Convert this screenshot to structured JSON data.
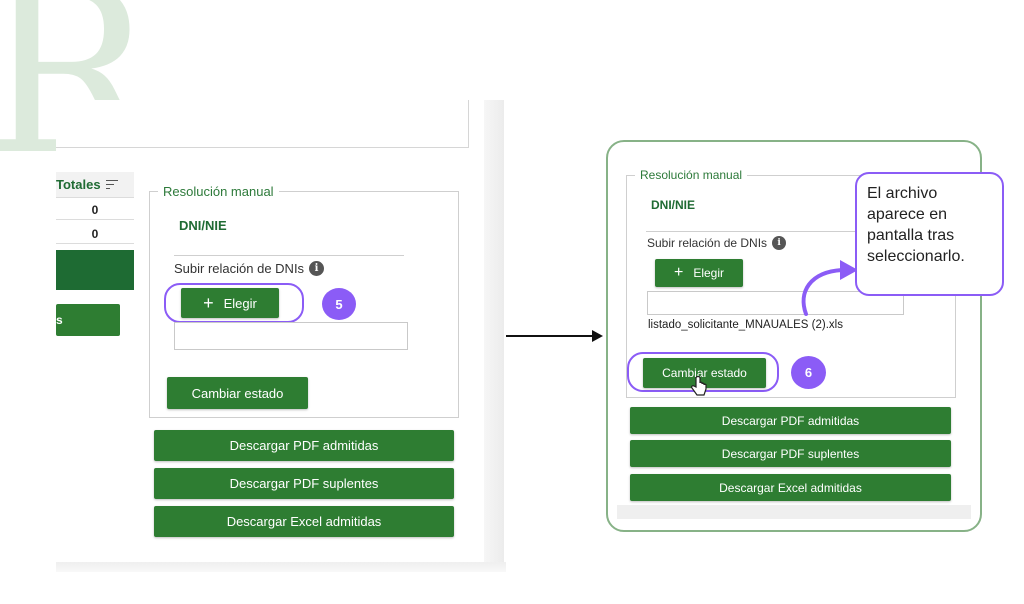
{
  "logo": {
    "letter": "R",
    "color": "#dceadc"
  },
  "left": {
    "totals_header": "Totales",
    "totals_values": [
      "0",
      "0"
    ],
    "partial_button_label": "s",
    "legend": "Resolución manual",
    "dni_label": "DNI/NIE",
    "subir_label": "Subir relación de DNIs",
    "info_icon": "i",
    "elegir_label": "Elegir",
    "plus_icon": "+",
    "step_number": "5",
    "cambiar_label": "Cambiar estado",
    "buttons": [
      "Descargar PDF admitidas",
      "Descargar PDF suplentes",
      "Descargar Excel admitidas"
    ]
  },
  "right": {
    "legend": "Resolución manual",
    "dni_label": "DNI/NIE",
    "subir_label": "Subir relación de DNIs",
    "info_icon": "i",
    "elegir_label": "Elegir",
    "plus_icon": "+",
    "filename": "listado_solicitante_MNAUALES (2).xls",
    "cambiar_label": "Cambiar estado",
    "step_number": "6",
    "buttons": [
      "Descargar PDF admitidas",
      "Descargar PDF suplentes",
      "Descargar Excel admitidas"
    ],
    "callout_lines": [
      "El archivo",
      "aparece en",
      "pantalla tras",
      "seleccionarlo."
    ]
  },
  "colors": {
    "primary_green": "#2e7d32",
    "dark_green": "#1e6b33",
    "highlight_purple": "#8b5cf6",
    "card_border": "#87b287"
  },
  "icons": {
    "arrow": "arrow-right-icon",
    "cursor": "hand-pointer-icon",
    "curved_arrow": "curved-arrow-icon"
  }
}
